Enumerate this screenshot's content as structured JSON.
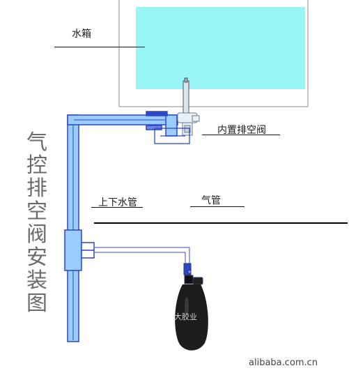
{
  "labels": {
    "tank": "水箱",
    "builtin_valve": "内置排空阀",
    "water_pipe": "上下水管",
    "air_pipe": "气管"
  },
  "title_chars": [
    "气",
    "控",
    "排",
    "空",
    "阀",
    "安",
    "装",
    "图"
  ],
  "watermarks": {
    "site": "alibaba.com.cn",
    "faint": "大胶业"
  },
  "colors": {
    "water": "#99f5f5",
    "pipe_fill": "#99ccff",
    "pipe_stroke": "#2d47c8",
    "bulb": "#1c1c1c"
  }
}
